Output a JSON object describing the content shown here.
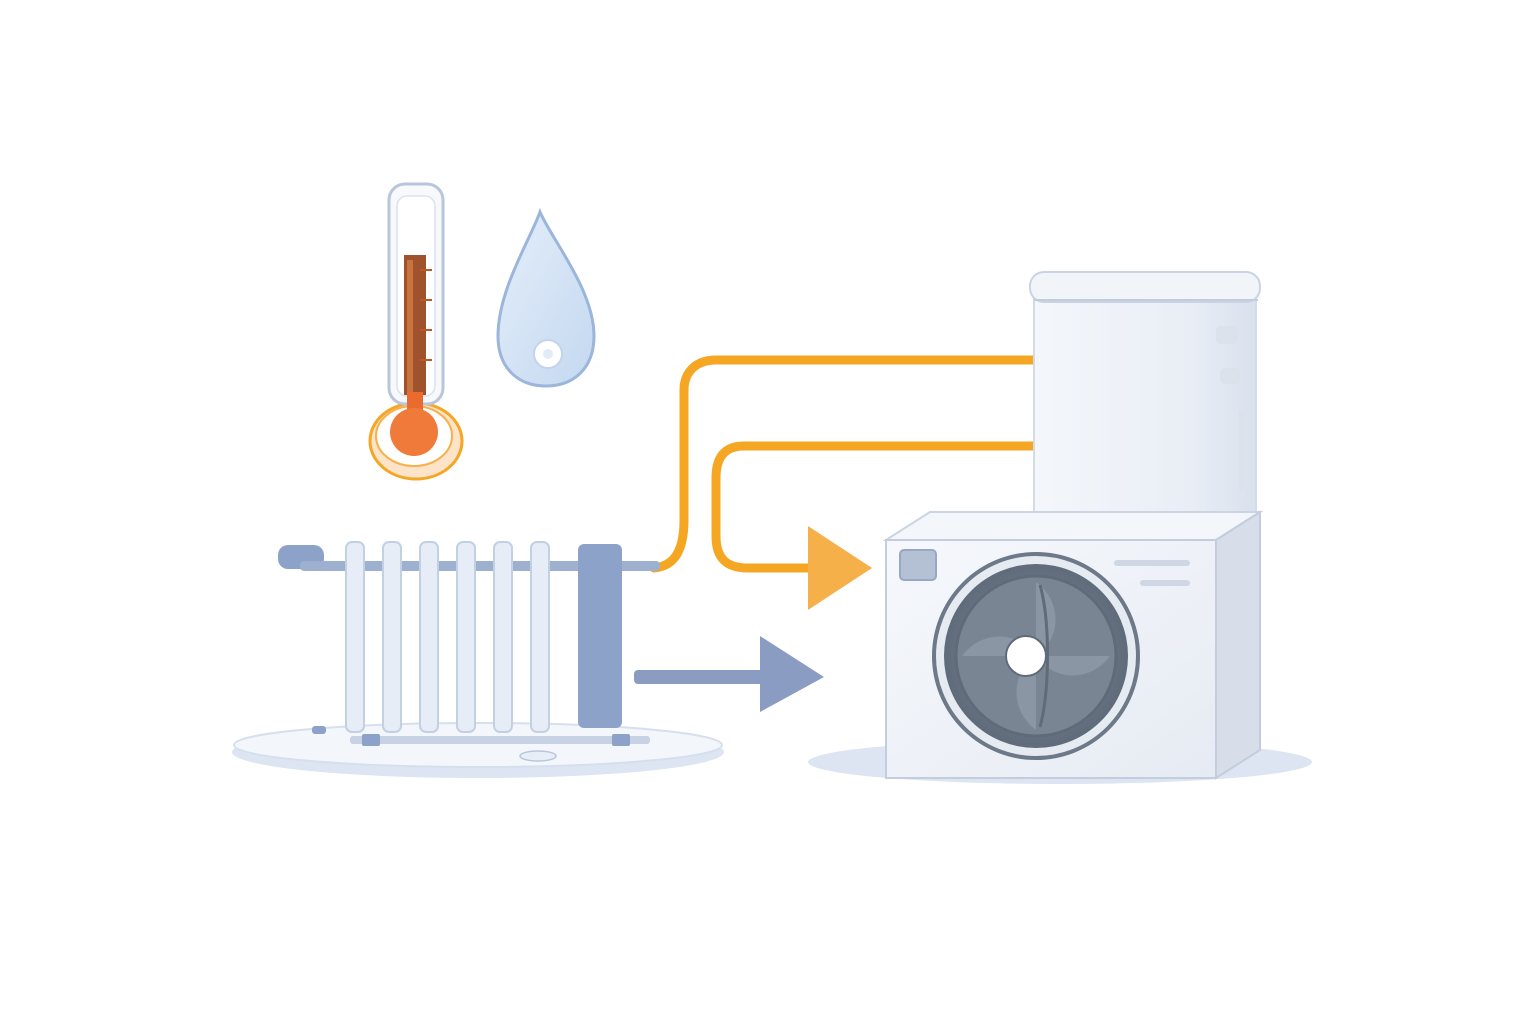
{
  "colors": {
    "background": "#ffffff",
    "hot_pipe": "#f5a623",
    "return_arrow": "#8a9cc2",
    "radiator_fin": "#e7edf7",
    "radiator_outline": "#c3cfe3",
    "radiator_manifold": "#8da2c8",
    "unit_body": "#eef2f8",
    "unit_side": "#d7deea",
    "fan_ring": "#5f6b7a",
    "fan_blade": "#707b89",
    "thermometer_liquid": "#a0522d",
    "thermometer_bulb": "#f07a3a",
    "droplet": "#cfe0f3",
    "floor_shadow": "#dde5f2"
  },
  "icons": {
    "thermometer": "thermometer-icon",
    "droplet": "water-droplet-icon",
    "radiator": "radiator-icon",
    "heat_pump_outdoor_unit": "heat-pump-outdoor-unit-icon",
    "hot_water_tank": "hot-water-tank-icon",
    "fan": "fan-icon",
    "flow_arrow": "arrow-right-icon"
  },
  "elements": {
    "radiator_fin_count": 6,
    "flow_pipes": [
      "supply-pipe",
      "return-pipe"
    ],
    "arrows": [
      "hot-flow-arrow",
      "cold-return-arrow"
    ]
  }
}
